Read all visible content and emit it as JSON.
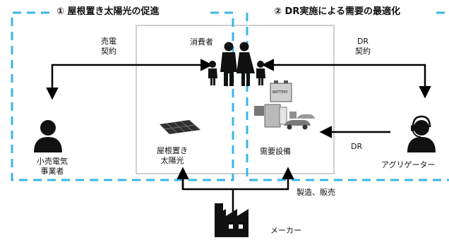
{
  "sections": {
    "left_title": "① 屋根置き太陽光の促進",
    "right_title": "② DR実施による需要の最適化"
  },
  "nodes": {
    "consumer": "消費者",
    "retailer": [
      "小売電気",
      "事業者"
    ],
    "solar": [
      "屋根置き",
      "太陽光"
    ],
    "demand_equipment": "需要設備",
    "aggregator": "アグリゲーター",
    "maker": "メーカー",
    "battery_label": "BATTERY"
  },
  "edges": {
    "sales_contract": [
      "売電",
      "契約"
    ],
    "dr_contract": [
      "DR",
      "契約"
    ],
    "dr": "DR",
    "manufacture_sales": "製造、販売"
  },
  "colors": {
    "dash_border": "#39b6e5",
    "box_border": "#bfbfbf",
    "arrow": "#000000"
  }
}
